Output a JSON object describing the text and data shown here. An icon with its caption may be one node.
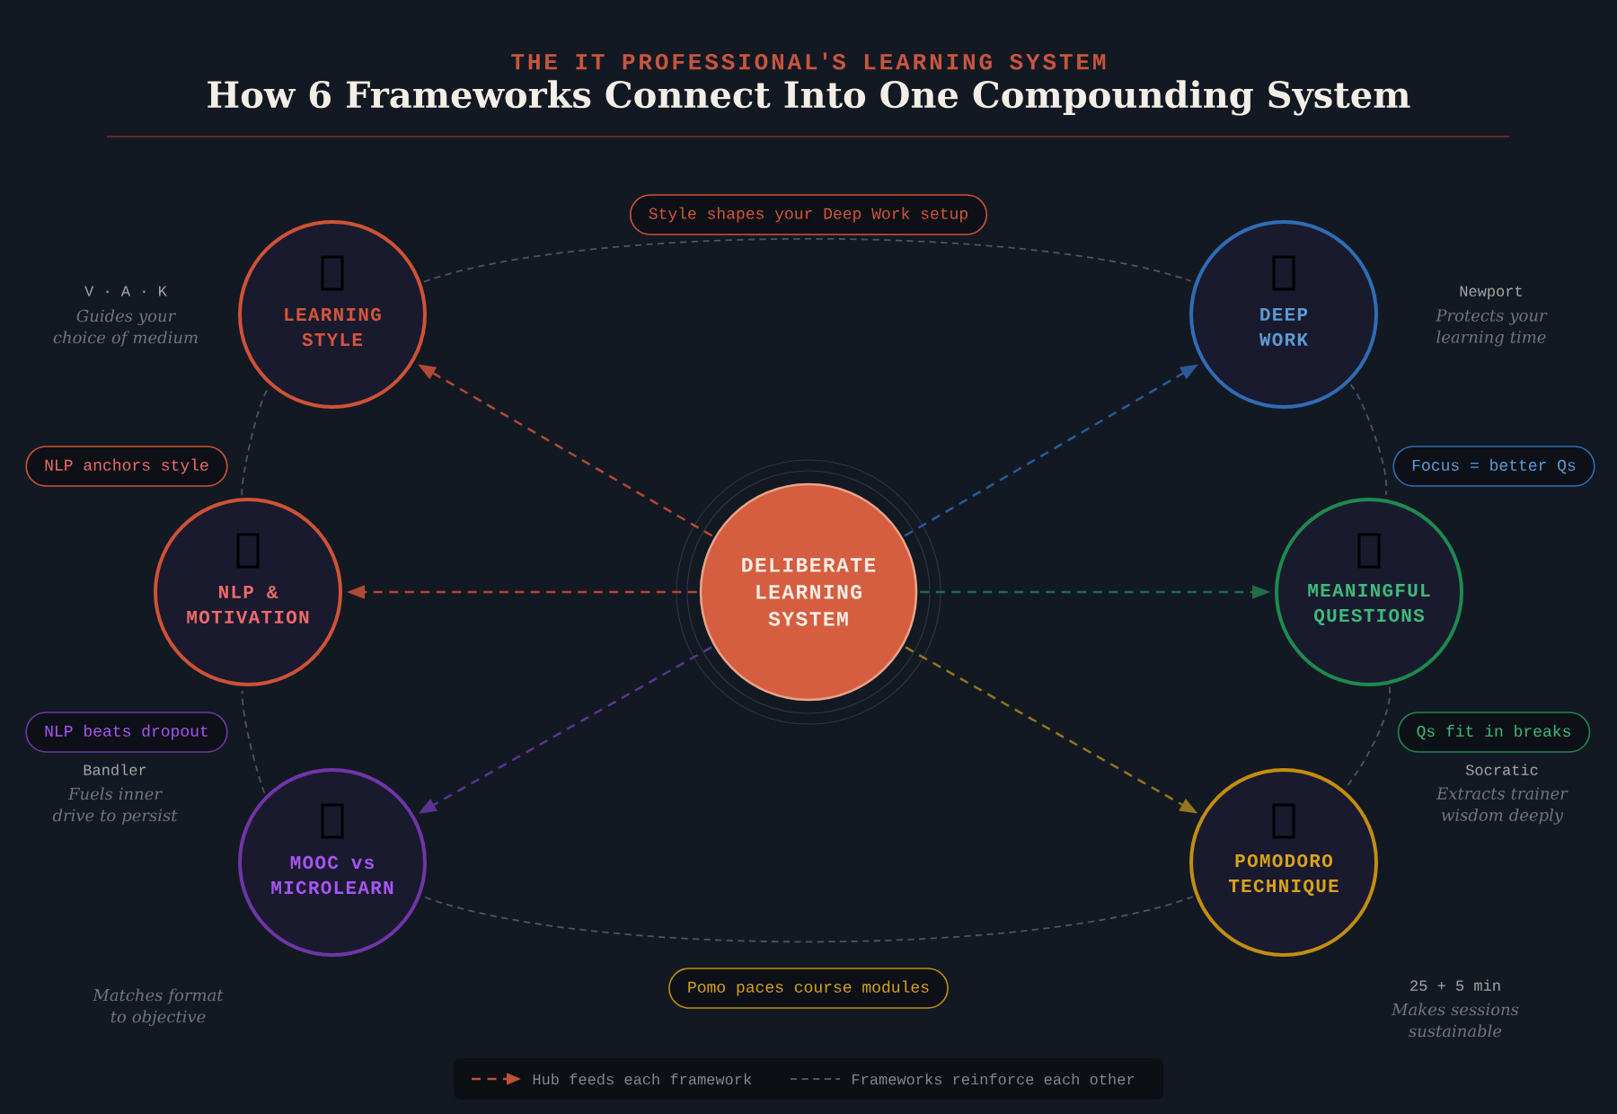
{
  "diagram": {
    "title": "How 6 Frameworks Connect Into One Compounding System",
    "nodes": [
      {
        "text": [
          "LEARNING STYLE"
        ],
        "beside": [
          "V · A · K",
          "Guides your choice of medium"
        ]
      },
      {
        "text": [
          "DEEP WORK"
        ],
        "beside": [
          "Newport",
          "Protects your learning time"
        ]
      },
      {
        "text": [
          "NLP & MOTIVATION"
        ],
        "beside": [
          "Bandler",
          "Fuels inner drive to persist"
        ]
      },
      {
        "text": [
          "DELIBERATE LEARNING SYSTEM"
        ]
      },
      {
        "text": [
          "MEANINGFUL QUESTIONS"
        ],
        "beside": [
          "Socratic",
          "Extracts trainer wisdom deeply"
        ]
      },
      {
        "text": [
          "MOOC vs MICROLEARN"
        ],
        "beside": [
          "Matches format to objective"
        ]
      },
      {
        "text": [
          "POMODORO TECHNIQUE"
        ],
        "beside": [
          "25 + 5 min",
          "Makes sessions sustainable"
        ]
      }
    ],
    "edges": [
      {
        "from": 3,
        "to": 0,
        "arrow": "to",
        "style": "dashed",
        "color": "#b04a35"
      },
      {
        "from": 3,
        "to": 1,
        "arrow": "to",
        "style": "dashed",
        "color": "#2a5a9a"
      },
      {
        "from": 3,
        "to": 2,
        "arrow": "to",
        "style": "dashed",
        "color": "#b04a35"
      },
      {
        "from": 3,
        "to": 4,
        "arrow": "to",
        "style": "dashed",
        "color": "#1d6e45"
      },
      {
        "from": 3,
        "to": 5,
        "arrow": "to",
        "style": "dashed",
        "color": "#5a3590"
      },
      {
        "from": 3,
        "to": 6,
        "arrow": "to",
        "style": "dashed",
        "color": "#94761e"
      },
      {
        "from": 0,
        "to": 1,
        "arrow": "none",
        "style": "dashed",
        "color": "#4b5566",
        "label": "Style shapes your Deep Work setup"
      },
      {
        "from": 1,
        "to": 4,
        "arrow": "none",
        "style": "dashed",
        "color": "#4b5566",
        "label": "Focus = better Qs"
      },
      {
        "from": 4,
        "to": 6,
        "arrow": "none",
        "style": "dashed",
        "color": "#4b5566",
        "label": "Qs fit in breaks"
      },
      {
        "from": 6,
        "to": 5,
        "arrow": "none",
        "style": "dashed",
        "color": "#4b5566",
        "label": "Pomo paces course modules"
      },
      {
        "from": 5,
        "to": 2,
        "arrow": "none",
        "style": "dashed",
        "color": "#4b5566",
        "label": "NLP beats dropout"
      },
      {
        "from": 2,
        "to": 0,
        "arrow": "none",
        "style": "dashed",
        "color": "#4b5566",
        "label": "NLP anchors style"
      }
    ],
    "labels": [
      "THE IT PROFESSIONAL'S LEARNING SYSTEM"
    ],
    "legend": [
      {
        "text": "Hub feeds each framework"
      },
      {
        "text": "Frameworks reinforce each other"
      }
    ]
  }
}
